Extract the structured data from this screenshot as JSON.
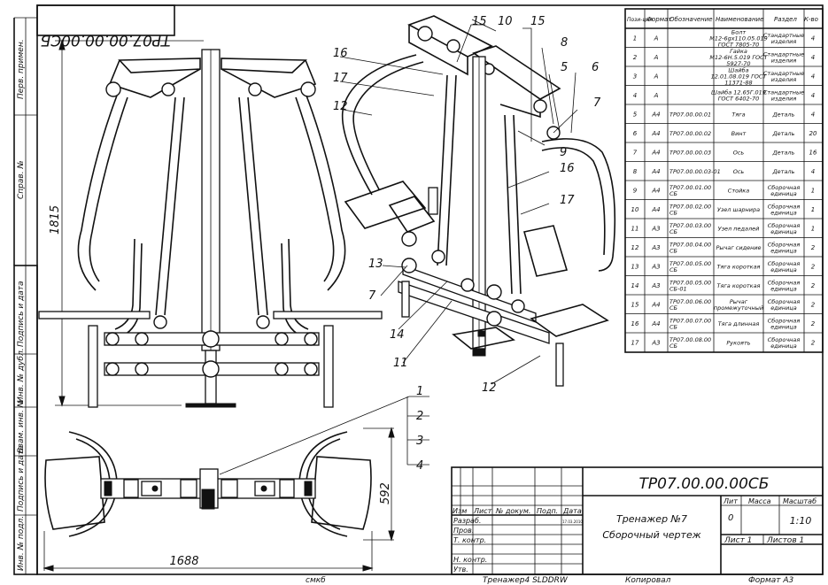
{
  "stamp_code_mirrored": "ТР07.00.00.00СБ",
  "side_labels": [
    "Перв. примен.",
    "Справ. №",
    "Подпись и дата",
    "Инв. № дубл.",
    "Взам. инв. №",
    "Подпись и дата",
    "Инв. № подл."
  ],
  "dimensions": {
    "height": "1815",
    "width": "1688",
    "depth": "592"
  },
  "callouts_iso": [
    "15",
    "10",
    "15",
    "8",
    "5",
    "6",
    "7",
    "16",
    "17",
    "12",
    "9",
    "16",
    "17",
    "13",
    "7",
    "14",
    "11",
    "12"
  ],
  "callouts_plan": [
    "1",
    "2",
    "3",
    "4"
  ],
  "spec_table": {
    "headers": [
      "Пози-ция",
      "Формат",
      "Обозначение",
      "Наименование",
      "Раздел",
      "К-во"
    ],
    "rows": [
      [
        "1",
        "А",
        "",
        "Болт М12-6gx110.05.019 ГОСТ 7805-70",
        "Стандартные изделия",
        "4"
      ],
      [
        "2",
        "А",
        "",
        "Гайка М12-6Н.5.019 ГОСТ 5927-70",
        "Стандартные изделия",
        "4"
      ],
      [
        "3",
        "А",
        "",
        "Шайба 12.01.08.019 ГОСТ 11371-88",
        "Стандартные изделия",
        "4"
      ],
      [
        "4",
        "А",
        "",
        "Шайба 12.65Г.019 ГОСТ 6402-70",
        "Стандартные изделия",
        "4"
      ],
      [
        "5",
        "А4",
        "ТР07.00.00.01",
        "Тяга",
        "Деталь",
        "4"
      ],
      [
        "6",
        "А4",
        "ТР07.00.00.02",
        "Винт",
        "Деталь",
        "20"
      ],
      [
        "7",
        "А4",
        "ТР07.00.00.03",
        "Ось",
        "Деталь",
        "16"
      ],
      [
        "8",
        "А4",
        "ТР07.00.00.03-01",
        "Ось",
        "Деталь",
        "4"
      ],
      [
        "9",
        "А4",
        "ТР07.00.01.00 СБ",
        "Стойка",
        "Сборочная единица",
        "1"
      ],
      [
        "10",
        "А4",
        "ТР07.00.02.00 СБ",
        "Узел шарнира",
        "Сборочная единица",
        "1"
      ],
      [
        "11",
        "А3",
        "ТР07.00.03.00 СБ",
        "Узел педалей",
        "Сборочная единица",
        "1"
      ],
      [
        "12",
        "А3",
        "ТР07.00.04.00 СБ",
        "Рычаг сидение",
        "Сборочная единица",
        "2"
      ],
      [
        "13",
        "А3",
        "ТР07.00.05.00 СБ",
        "Тяга короткая",
        "Сборочная единица",
        "2"
      ],
      [
        "14",
        "А3",
        "ТР07.00.05.00 СБ-01",
        "Тяга короткая",
        "Сборочная единица",
        "2"
      ],
      [
        "15",
        "А4",
        "ТР07.00.06.00 СБ",
        "Рычаг промежуточный",
        "Сборочная единица",
        "2"
      ],
      [
        "16",
        "А4",
        "ТР07.00.07.00 СБ",
        "Тяга длинная",
        "Сборочная единица",
        "2"
      ],
      [
        "17",
        "А3",
        "ТР07.00.08.00 СБ",
        "Рукоять",
        "Сборочная единица",
        "2"
      ]
    ]
  },
  "title_block": {
    "code": "ТР07.00.00.00СБ",
    "name_line1": "Тренажер №7",
    "name_line2": "Сборочный чертеж",
    "col_lit": "Лит",
    "col_mass": "Масса",
    "col_scale": "Масштаб",
    "lit_value": "0",
    "scale_value": "1:10",
    "sheet": "Лист 1",
    "sheets": "Листов 1",
    "rev_headers": [
      "Изм",
      "Лист",
      "№ докум.",
      "Подп.",
      "Дата"
    ],
    "roles": [
      "Разраб.",
      "Пров.",
      "Т. контр.",
      "Н. контр.",
      "Утв."
    ],
    "date_tiny": "17.03.2010"
  },
  "footer": {
    "file_label": "смкб",
    "file_name": "Тренажер4 SLDDRW",
    "copied": "Копировал",
    "format": "Формат А3"
  }
}
